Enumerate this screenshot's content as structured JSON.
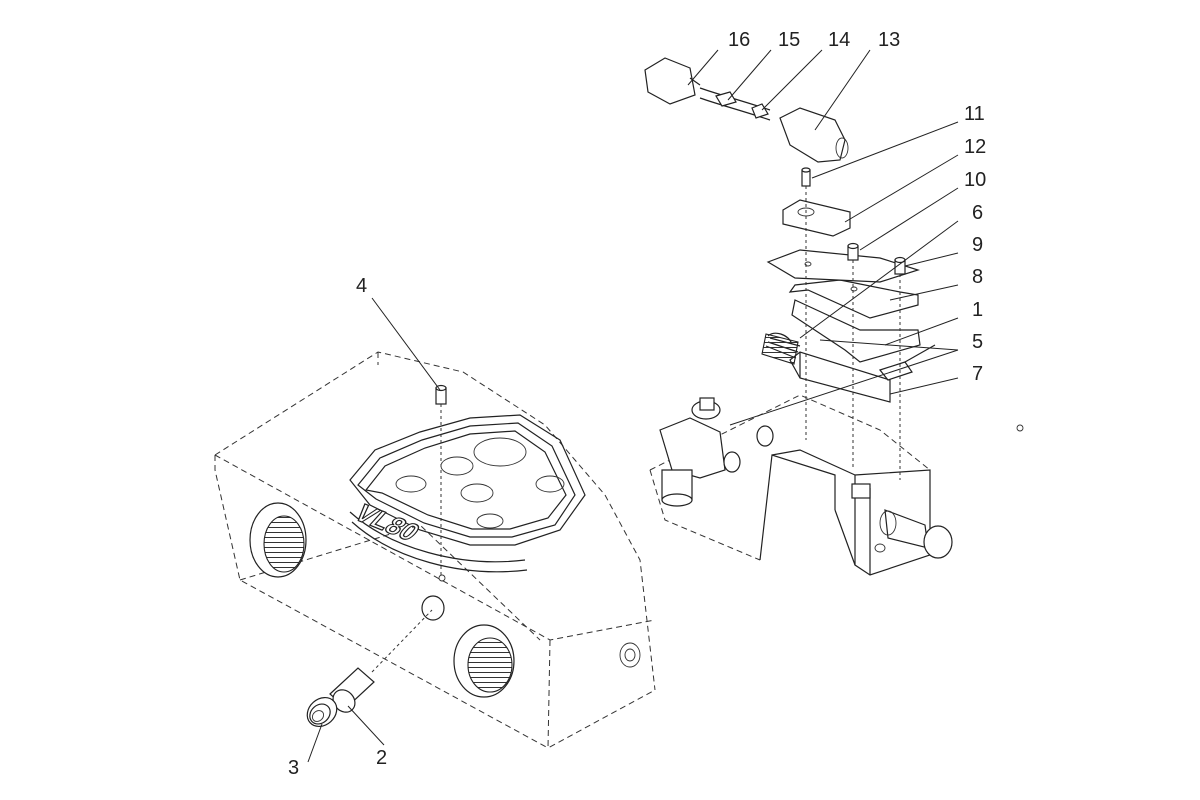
{
  "parts": [
    {
      "num": "1"
    },
    {
      "num": "2"
    },
    {
      "num": "3"
    },
    {
      "num": "4"
    },
    {
      "num": "5"
    },
    {
      "num": "6"
    },
    {
      "num": "7"
    },
    {
      "num": "8"
    },
    {
      "num": "9"
    },
    {
      "num": "10"
    },
    {
      "num": "11"
    },
    {
      "num": "12"
    },
    {
      "num": "13"
    },
    {
      "num": "14"
    },
    {
      "num": "15"
    },
    {
      "num": "16"
    }
  ],
  "housing_marking": "VL80",
  "colors": {
    "line": "#222222",
    "background": "#ffffff"
  }
}
